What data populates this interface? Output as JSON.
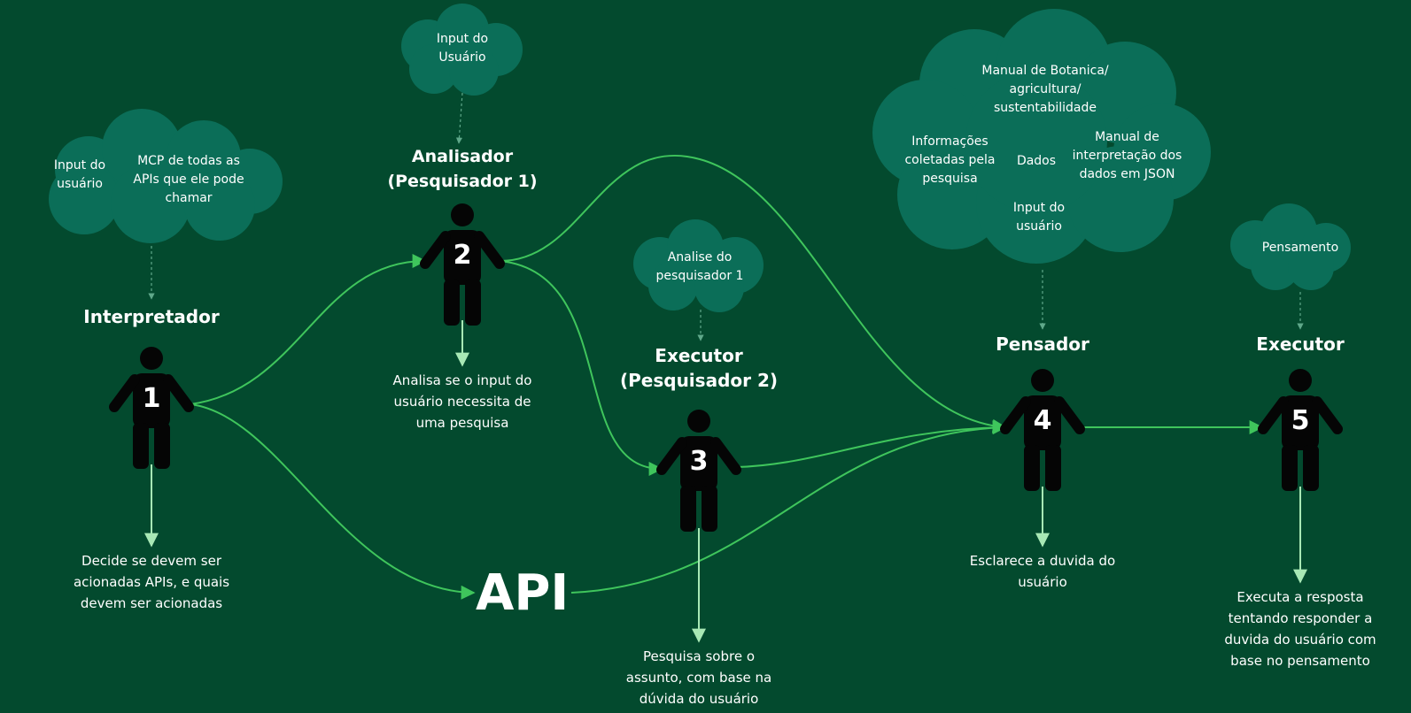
{
  "agents": [
    {
      "number": "1",
      "title": "Interpretador",
      "description": "Decide se devem ser acionadas APIs, e quais devem ser acionadas"
    },
    {
      "number": "2",
      "title": "Analisador (Pesquisador 1)",
      "description": "Analisa se o input do usuário necessita de uma pesquisa"
    },
    {
      "number": "3",
      "title": "Executor (Pesquisador 2)",
      "description": "Pesquisa sobre o assunto, com base na dúvida do usuário"
    },
    {
      "number": "4",
      "title": "Pensador",
      "description": "Esclarece a duvida do usuário"
    },
    {
      "number": "5",
      "title": "Executor",
      "description": "Executa a resposta tentando responder a duvida do usuário com base no pensamento"
    }
  ],
  "clouds": {
    "c1": {
      "left": "Input do usuário",
      "right": "MCP de todas as APIs que ele pode chamar"
    },
    "c2": {
      "text": "Input do Usuário"
    },
    "c3": {
      "text": "Analise do pesquisador 1"
    },
    "c4": {
      "top": "Manual de Botanica/ agricultura/ sustentabilidade",
      "left": "Informações coletadas pela pesquisa",
      "middle": "Dados",
      "right": "Manual de interpretação dos dados em JSON",
      "bottom": "Input do usuário"
    },
    "c5": {
      "text": "Pensamento"
    }
  },
  "api_label": "API",
  "colors": {
    "background": "#034a2e",
    "cloud": "#0b6e58",
    "figure": "#050505",
    "connector": "#3fc55c",
    "arrow_light": "#a8e8b5",
    "dotted": "#5fa88a"
  }
}
